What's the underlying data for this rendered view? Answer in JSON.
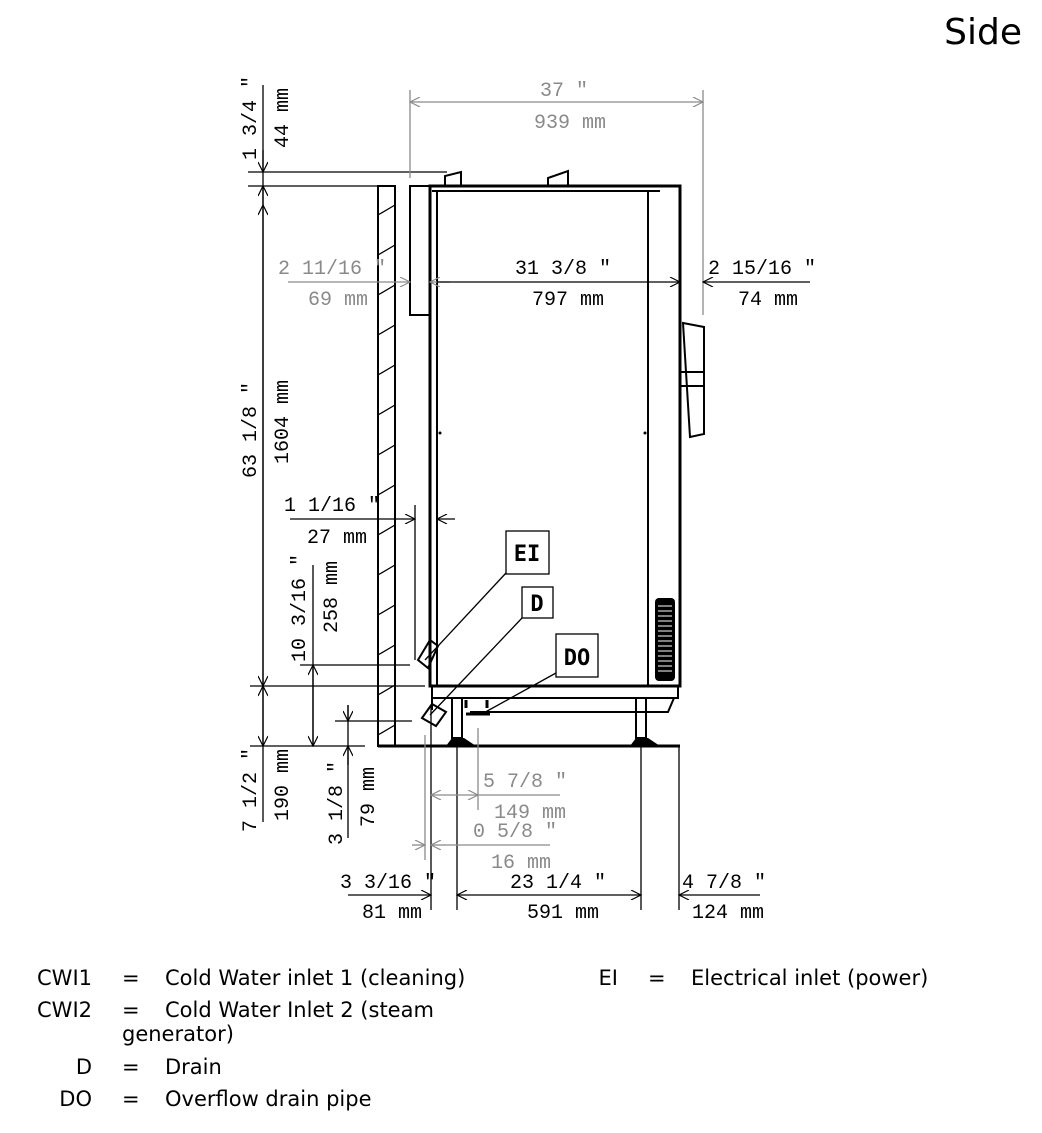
{
  "title": "Side",
  "dimensions": {
    "overall_depth": {
      "in": "37 \"",
      "mm": "939 mm"
    },
    "top_clearance": {
      "in": "1 3/4 \"",
      "mm": "44 mm"
    },
    "height": {
      "in": "63 1/8 \"",
      "mm": "1604 mm"
    },
    "front_offset": {
      "in": "2 11/16 \"",
      "mm": "69 mm"
    },
    "body_depth": {
      "in": "31 3/8 \"",
      "mm": "797 mm"
    },
    "handle_depth": {
      "in": "2 15/16 \"",
      "mm": "74 mm"
    },
    "wall_gap": {
      "in": "1 1/16 \"",
      "mm": "27 mm"
    },
    "ei_height": {
      "in": "10 3/16 \"",
      "mm": "258 mm"
    },
    "leg_height": {
      "in": "7 1/2 \"",
      "mm": "190 mm"
    },
    "drain_height": {
      "in": "3 1/8 \"",
      "mm": "79 mm"
    },
    "drain_offset": {
      "in": "5 7/8 \"",
      "mm": "149 mm"
    },
    "overflow_offset": {
      "in": "0 5/8 \"",
      "mm": "16 mm"
    },
    "rear_leg_offset": {
      "in": "3 3/16 \"",
      "mm": "81 mm"
    },
    "leg_spacing": {
      "in": "23 1/4 \"",
      "mm": "591 mm"
    },
    "front_leg_offset": {
      "in": "4 7/8 \"",
      "mm": "124 mm"
    }
  },
  "callouts": {
    "ei": "EI",
    "d": "D",
    "do": "DO"
  },
  "legend": {
    "left": [
      {
        "key": "CWI1",
        "eq": "=",
        "value": "Cold Water inlet 1 (cleaning)"
      },
      {
        "key": "CWI2",
        "eq": "=",
        "value": "Cold Water Inlet 2 (steam",
        "cont": "generator)"
      },
      {
        "key": "D",
        "eq": "=",
        "value": "Drain"
      },
      {
        "key": "DO",
        "eq": "=",
        "value": "Overflow drain pipe"
      }
    ],
    "right": [
      {
        "key": "EI",
        "eq": "=",
        "value": "Electrical inlet (power)"
      }
    ]
  }
}
